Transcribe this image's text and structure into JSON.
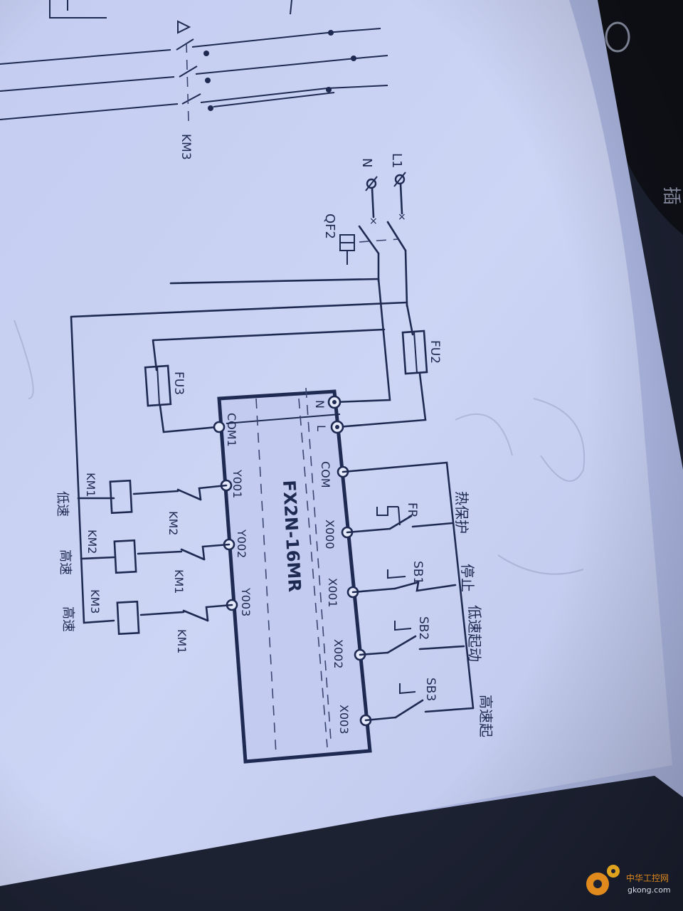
{
  "plc": {
    "model": "FX2N-16MR"
  },
  "supply": {
    "l1": "L1",
    "n": "N",
    "breaker": "QF2"
  },
  "fuses": {
    "fu2": "FU2",
    "fu3": "FU3"
  },
  "top_contactor": "KM3",
  "terminals_power": [
    {
      "label": "N"
    },
    {
      "label": "L"
    }
  ],
  "terminals_com": {
    "output_com": "COM1",
    "input_com": "COM"
  },
  "inputs": [
    {
      "terminal": "X000",
      "device": "FR",
      "function": "热保护"
    },
    {
      "terminal": "X001",
      "device": "SB1",
      "function": "停止"
    },
    {
      "terminal": "X002",
      "device": "SB2",
      "function": "低速起动"
    },
    {
      "terminal": "X003",
      "device": "SB3",
      "function": "高速起"
    }
  ],
  "outputs": [
    {
      "terminal": "Y001",
      "interlock": "KM2",
      "coil": "KM1",
      "function": "低速"
    },
    {
      "terminal": "Y002",
      "interlock": "KM1",
      "coil": "KM2",
      "function": "高速"
    },
    {
      "terminal": "Y003",
      "interlock": "KM1",
      "coil": "KM3",
      "function": "高速"
    }
  ],
  "watermark": {
    "name": "中华工控网",
    "url": "gkong.com"
  },
  "colors": {
    "paper": "#c9d2f3",
    "ink": "#1f2a52",
    "background": "#1d2233"
  }
}
